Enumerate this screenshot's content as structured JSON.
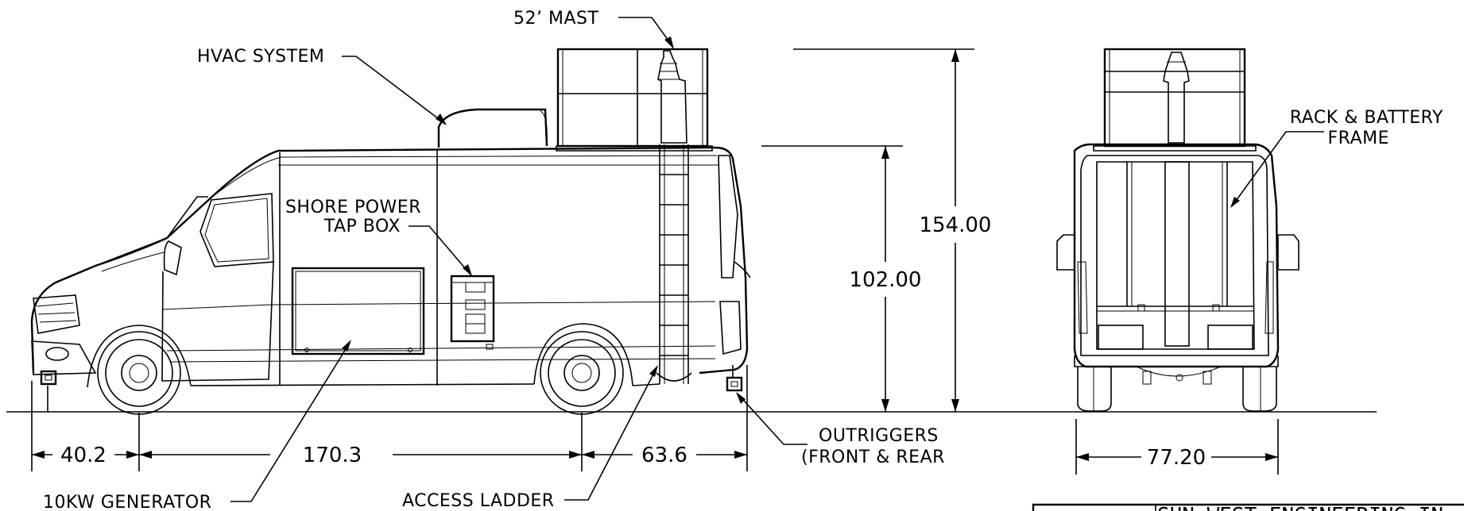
{
  "labels": {
    "mast": "52’ MAST",
    "hvac": "HVAC SYSTEM",
    "shore_line1": "SHORE POWER",
    "shore_line2": "TAP BOX",
    "rack_line1": "RACK & BATTERY",
    "rack_line2": "FRAME",
    "outriggers_line1": "OUTRIGGERS",
    "outriggers_line2": "(FRONT & REAR",
    "generator": "10KW GENERATOR",
    "ladder": "ACCESS LADDER"
  },
  "dimensions": {
    "overall_height": "154.00",
    "roof_height": "102.00",
    "front_overhang": "40.2",
    "wheelbase": "170.3",
    "rear_overhang": "63.6",
    "width": "77.20"
  },
  "title_block": {
    "company": "SUN WEST ENGINEERING IN"
  }
}
